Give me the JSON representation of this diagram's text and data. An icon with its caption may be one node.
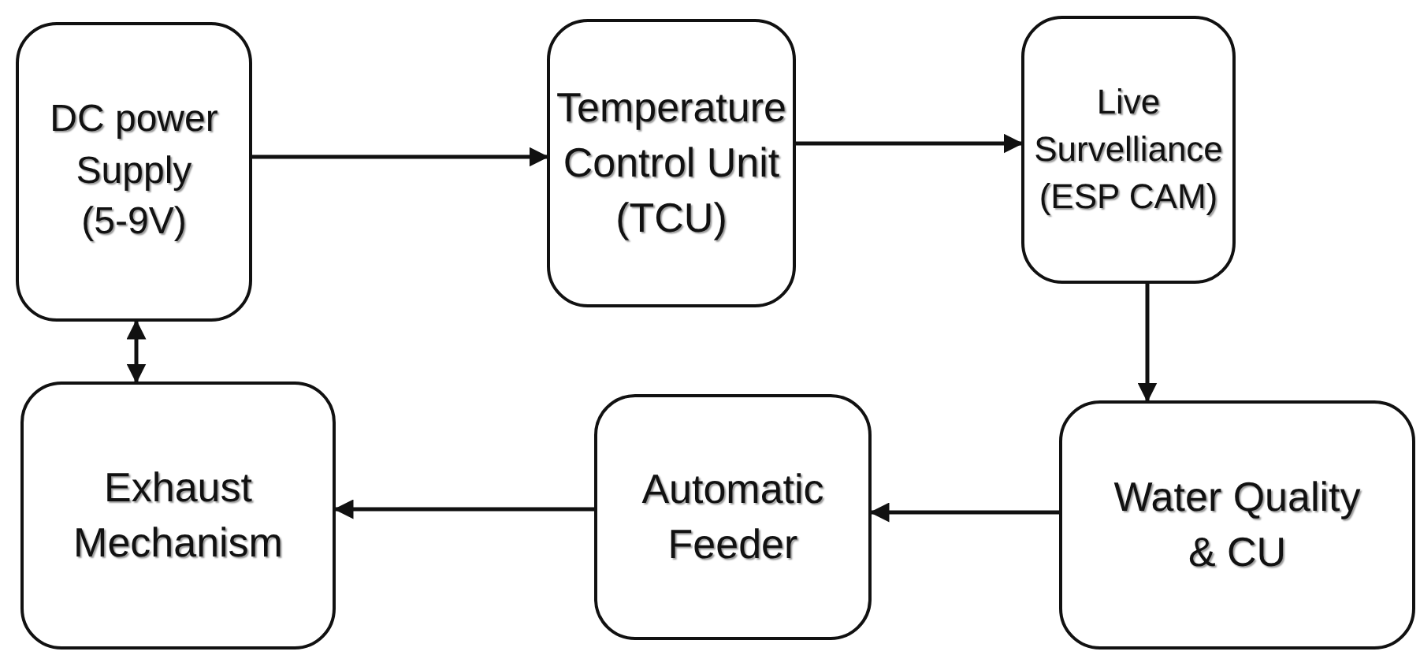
{
  "diagram": {
    "nodes": [
      {
        "text": [
          "DC power Supply (5-9V)"
        ]
      },
      {
        "text": [
          "Temperature Control Unit (TCU)"
        ]
      },
      {
        "text": [
          "Live Survelliance (ESP CAM)"
        ]
      },
      {
        "text": [
          "Water Quality & CU"
        ]
      },
      {
        "text": [
          "Automatic Feeder"
        ]
      },
      {
        "text": [
          "Exhaust Mechanism"
        ]
      }
    ],
    "edges": [
      {
        "from": 0,
        "to": 1,
        "arrow": "to"
      },
      {
        "from": 1,
        "to": 2,
        "arrow": "to"
      },
      {
        "from": 2,
        "to": 3,
        "arrow": "to"
      },
      {
        "from": 3,
        "to": 4,
        "arrow": "to"
      },
      {
        "from": 4,
        "to": 5,
        "arrow": "to"
      },
      {
        "from": 0,
        "to": 5,
        "arrow": "both"
      }
    ]
  }
}
